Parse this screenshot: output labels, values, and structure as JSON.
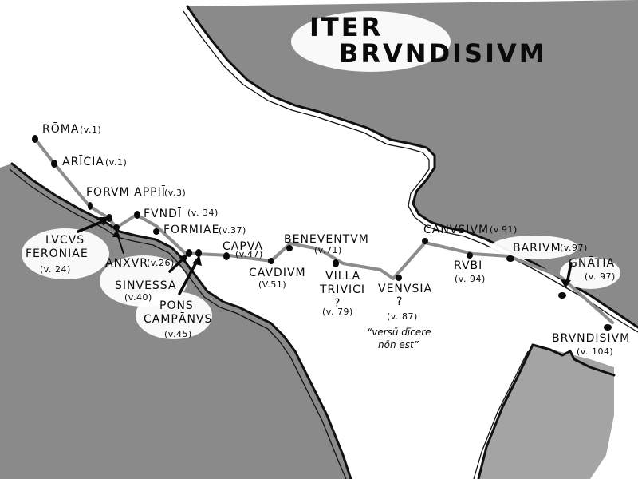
{
  "title": {
    "line1": "ITER",
    "line2": "BRVNDISIVM"
  },
  "colors": {
    "sea": "#8a8a8a",
    "land": "#ffffff",
    "road": "#8c8c8c",
    "ink": "#0a0a0a"
  },
  "stops": [
    {
      "id": "roma",
      "name": "RŌMA",
      "verse": "(v.1)"
    },
    {
      "id": "aricia",
      "name": "ARĪCIA",
      "verse": "(v.1)"
    },
    {
      "id": "forum-appii",
      "name": "FORVM APPIĪ",
      "verse": "(v.3)"
    },
    {
      "id": "lucus-feroniae",
      "name_line1": "LVCVS",
      "name_line2": "FĒRŌNIAE",
      "verse": "(v. 24)"
    },
    {
      "id": "anxur",
      "name": "ANXVR",
      "verse": "(v.26)"
    },
    {
      "id": "fundi",
      "name": "FVNDĪ",
      "verse": "(v. 34)"
    },
    {
      "id": "formiae",
      "name": "FORMIAE",
      "verse": "(v.37)"
    },
    {
      "id": "sinvessa",
      "name": "SINVESSA",
      "verse": "(v.40)"
    },
    {
      "id": "pons-campanus",
      "name_line1": "PONS",
      "name_line2": "CAMPĀNVS",
      "verse": "(v.45)"
    },
    {
      "id": "capua",
      "name": "CAPVA",
      "verse": "(v.47)"
    },
    {
      "id": "caudium",
      "name": "CAVDIVM",
      "verse": "(V.51)"
    },
    {
      "id": "beneventum",
      "name": "BENEVENTVM",
      "verse": "(v.71)"
    },
    {
      "id": "villa-trivici",
      "name_line1": "VILLA",
      "name_line2": "TRIVĪCI",
      "uncertain": "?",
      "verse": "(v. 79)"
    },
    {
      "id": "venusia",
      "name": "VENVSIA",
      "uncertain": "?",
      "verse": "(v. 87)",
      "note_line1": "“versū dīcere",
      "note_line2": "nōn est”"
    },
    {
      "id": "canusium",
      "name": "CANVSIVM",
      "verse": "(v.91)"
    },
    {
      "id": "rubi",
      "name": "RVBĪ",
      "verse": "(v. 94)"
    },
    {
      "id": "barium",
      "name": "BARIVM",
      "verse": "(v.97)"
    },
    {
      "id": "gnatia",
      "name": "GNĀTIA",
      "verse": "(v. 97)"
    },
    {
      "id": "brundisium",
      "name": "BRVNDISIVM",
      "verse": "(v. 104)"
    }
  ]
}
